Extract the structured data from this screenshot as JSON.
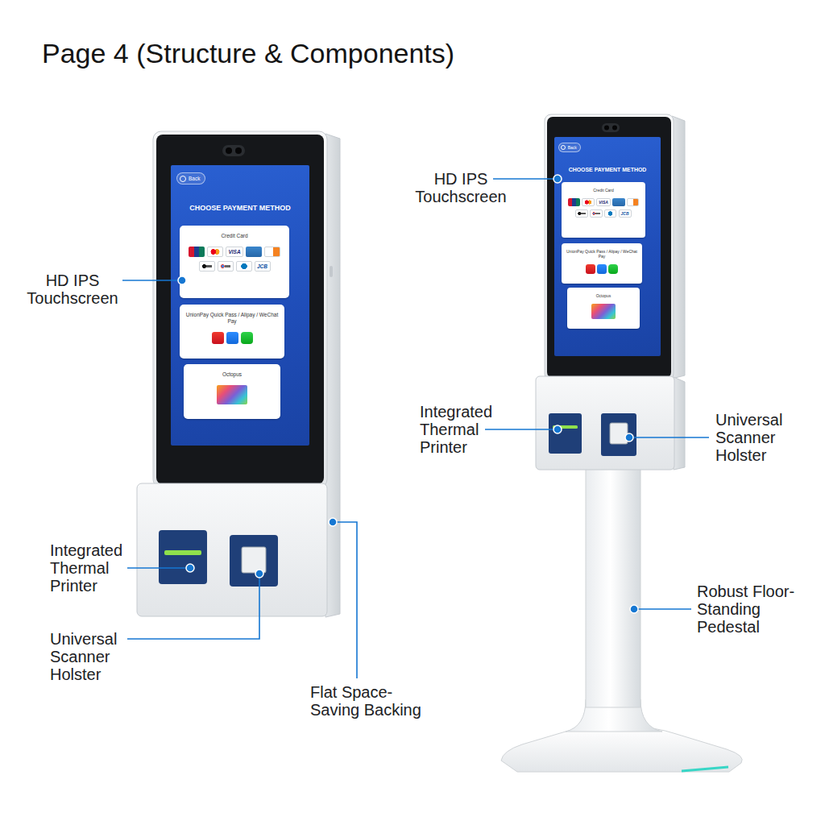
{
  "diagram": {
    "title": "Page 4 (Structure & Components)",
    "nodes": [
      {
        "text": [
          "CHOOSE PAYMENT METHOD"
        ]
      },
      {
        "text": [
          "Back"
        ],
        "in": 0
      },
      {
        "text": [
          "Credit Card",
          "VISA",
          "JCB"
        ],
        "in": 0
      },
      {
        "text": [
          "UnionPay Quick Pass / Alipay / WeChat Pay"
        ],
        "in": 0
      },
      {
        "text": [
          "Octopus"
        ],
        "in": 0
      },
      {
        "text": [
          "CHOOSE PAYMENT METHOD"
        ]
      },
      {
        "text": [
          "Back"
        ],
        "in": 5
      },
      {
        "text": [
          "Credit Card",
          "VISA",
          "JCB"
        ],
        "in": 5
      },
      {
        "text": [
          "UnionPay Quick Pass / Alipay / WeChat Pay"
        ],
        "in": 5
      },
      {
        "text": [
          "Octopus"
        ],
        "in": 5
      }
    ],
    "labels": [
      "HD IPS Touchscreen",
      "Integrated Thermal Printer",
      "Universal Scanner Holster",
      "Flat Space-Saving Backing",
      "HD IPS Touchscreen",
      "Integrated Thermal Printer",
      "Universal Scanner Holster",
      "Robust Floor-Standing Pedestal"
    ]
  }
}
